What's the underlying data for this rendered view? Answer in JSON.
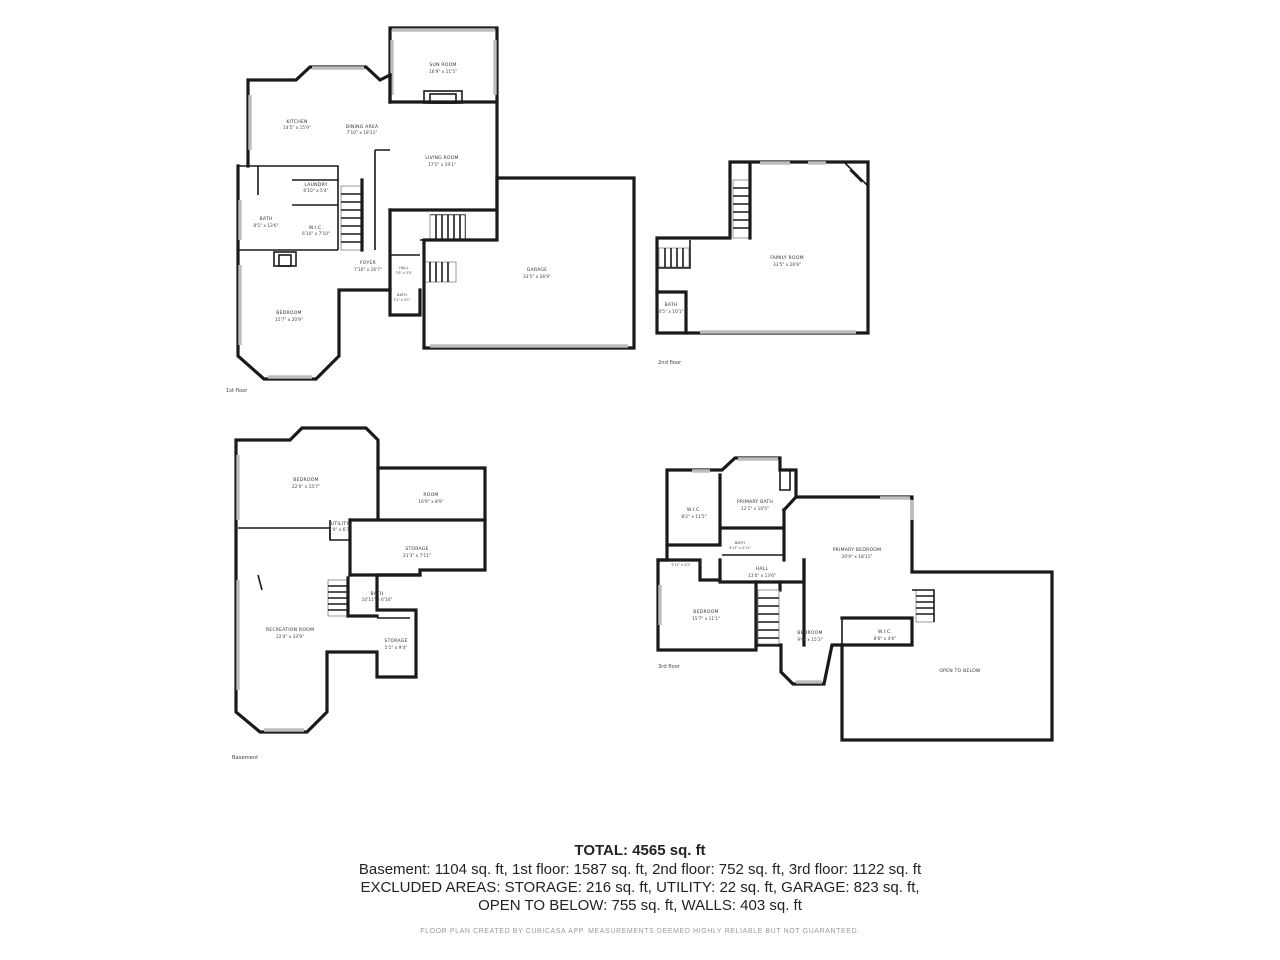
{
  "floors": {
    "first": {
      "label": "1st floor",
      "rooms": [
        {
          "name": "SUN ROOM",
          "dim": "16'9\" x 11'5\""
        },
        {
          "name": "KITCHEN",
          "dim": "14'5\" x 15'9\""
        },
        {
          "name": "DINING AREA",
          "dim": "7'10\" x 18'11\""
        },
        {
          "name": "LIVING ROOM",
          "dim": "17'1\" x 19'1\""
        },
        {
          "name": "LAUNDRY",
          "dim": "6'10\" x 5'4\""
        },
        {
          "name": "BATH",
          "dim": "8'5\" x 13'6\""
        },
        {
          "name": "W.I.C.",
          "dim": "6'10\" x 7'10\""
        },
        {
          "name": "FOYER",
          "dim": "7'10\" x 16'7\""
        },
        {
          "name": "HALL",
          "dim": "3'5\" x 3'5\""
        },
        {
          "name": "BATH",
          "dim": "5'1\" x 5'1\""
        },
        {
          "name": "GARAGE",
          "dim": "33'5\" x 26'9\""
        },
        {
          "name": "BEDROOM",
          "dim": "15'7\" x 20'9\""
        }
      ]
    },
    "second": {
      "label": "2nd floor",
      "rooms": [
        {
          "name": "FAMILY ROOM",
          "dim": "33'5\" x 26'9\""
        },
        {
          "name": "BATH",
          "dim": "4'5\" x 10'1\""
        }
      ]
    },
    "basement": {
      "label": "Basement",
      "rooms": [
        {
          "name": "BEDROOM",
          "dim": "22'0\" x 15'7\""
        },
        {
          "name": "ROOM",
          "dim": "16'9\" x 8'9\""
        },
        {
          "name": "UTILITY",
          "dim": "4'4\" x 6'7\""
        },
        {
          "name": "STORAGE",
          "dim": "21'3\" x 7'11\""
        },
        {
          "name": "BATH",
          "dim": "10'11\" x 6'10\""
        },
        {
          "name": "RECREATION ROOM",
          "dim": "22'4\" x 33'9\""
        },
        {
          "name": "STORAGE",
          "dim": "5'1\" x 9'4\""
        }
      ]
    },
    "third": {
      "label": "3rd floor",
      "rooms": [
        {
          "name": "W.I.C.",
          "dim": "8'2\" x 11'5\""
        },
        {
          "name": "PRIMARY BATH",
          "dim": "12'1\" x 10'5\""
        },
        {
          "name": "PRIMARY BEDROOM",
          "dim": "20'9\" x 18'11\""
        },
        {
          "name": "BATH",
          "dim": "9'11\" x 4'11\""
        },
        {
          "name": "W.I.C.",
          "dim": "5'11\" x 4'2\""
        },
        {
          "name": "HALL",
          "dim": "13'0\" x 13'6\""
        },
        {
          "name": "BEDROOM",
          "dim": "15'7\" x 11'1\""
        },
        {
          "name": "BEDROOM",
          "dim": "9'6\" x 15'3\""
        },
        {
          "name": "W.I.C.",
          "dim": "8'6\" x 4'6\""
        },
        {
          "name": "OPEN TO BELOW",
          "dim": ""
        }
      ]
    }
  },
  "summary": {
    "total": "TOTAL: 4565 sq. ft",
    "line1": "Basement: 1104 sq. ft, 1st floor: 1587 sq. ft, 2nd floor: 752 sq. ft, 3rd floor: 1122 sq. ft",
    "line2": "EXCLUDED AREAS: STORAGE: 216 sq. ft, UTILITY: 22 sq. ft, GARAGE: 823 sq. ft,",
    "line3": "OPEN TO BELOW: 755 sq. ft, WALLS: 403 sq. ft",
    "credit": "FLOOR PLAN CREATED BY CUBICASA APP. MEASUREMENTS DEEMED HIGHLY RELIABLE BUT NOT GUARANTEED."
  }
}
